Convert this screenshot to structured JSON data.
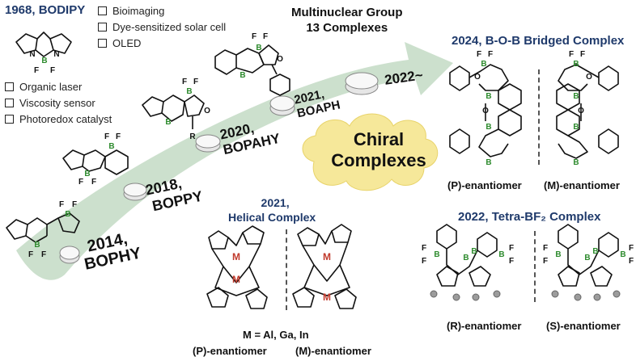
{
  "colors": {
    "arrow": "#c3dbc4",
    "boron": "#2e8b2e",
    "metal": "#c0392b",
    "cloud": "#f6e89a",
    "header": "#1f3a6b"
  },
  "bodipy": {
    "title": "1968, BODIPY",
    "apps_right": [
      "Bioimaging",
      "Dye-sensitized solar cell",
      "OLED"
    ],
    "apps_left": [
      "Organic laser",
      "Viscosity sensor",
      "Photoredox catalyst"
    ]
  },
  "multinuclear": {
    "line1": "Multinuclear Group",
    "line2": "13 Complexes"
  },
  "milestones": [
    {
      "year": "2014,",
      "name": "BOPHY"
    },
    {
      "year": "2018,",
      "name": "BOPPY"
    },
    {
      "year": "2020,",
      "name": "BOPAHY"
    },
    {
      "year": "2021,",
      "name": "BOAPH"
    },
    {
      "year": "2022~",
      "name": ""
    }
  ],
  "chiral": {
    "line1": "Chiral",
    "line2": "Complexes"
  },
  "bob": {
    "title": "2024, B-O-B Bridged Complex",
    "left": "(P)-enantiomer",
    "right": "(M)-enantiomer"
  },
  "helical": {
    "year": "2021,",
    "title": "Helical Complex",
    "metal_eq": "M = Al, Ga, In",
    "left": "(P)-enantiomer",
    "right": "(M)-enantiomer"
  },
  "tetra": {
    "title": "2022, Tetra-BF₂ Complex",
    "left": "(R)-enantiomer",
    "right": "(S)-enantiomer"
  },
  "atoms": {
    "N": "N",
    "B": "B",
    "F": "F",
    "O": "O",
    "R": "R",
    "M": "M"
  }
}
